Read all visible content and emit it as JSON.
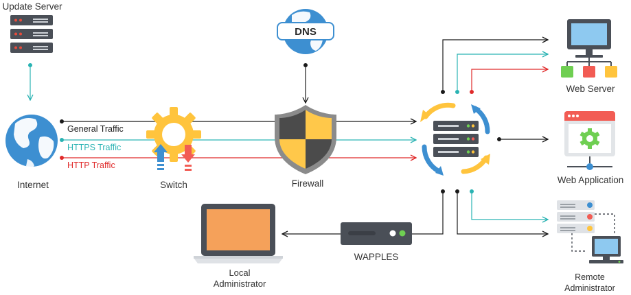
{
  "labels": {
    "update_server": "Update Server",
    "internet": "Internet",
    "switch": "Switch",
    "firewall": "Firewall",
    "dns": "DNS",
    "web_server": "Web Server",
    "web_application": "Web Application",
    "wapples": "WAPPLES",
    "local_admin": "Local\nAdministrator",
    "remote_admin": "Remote\nAdministrator"
  },
  "traffic": {
    "general": "General Traffic",
    "https": "HTTPS Traffic",
    "http": "HTTP Traffic"
  },
  "colors": {
    "general": "#1a1a1a",
    "https": "#2ab3b3",
    "http": "#e02a2a",
    "globe": "#3d8fd1",
    "gear": "#ffc43d",
    "shield_dark": "#4b4b4b",
    "shield_yellow": "#ffc84a",
    "server": "#4a4f57",
    "screen": "#8ec9f0",
    "laptop_screen": "#f5a15a"
  }
}
